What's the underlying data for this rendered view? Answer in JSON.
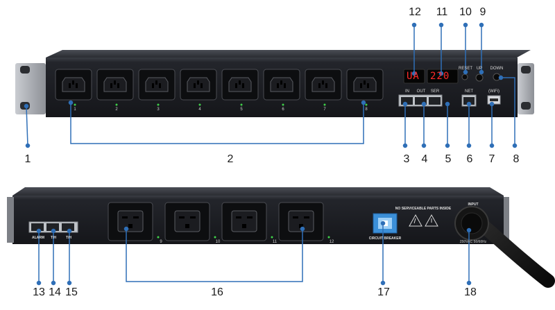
{
  "callouts": {
    "n1": "1",
    "n2": "2",
    "n3": "3",
    "n4": "4",
    "n5": "5",
    "n6": "6",
    "n7": "7",
    "n8": "8",
    "n9": "9",
    "n10": "10",
    "n11": "11",
    "n12": "12",
    "n13": "13",
    "n14": "14",
    "n15": "15",
    "n16": "16",
    "n17": "17",
    "n18": "18"
  },
  "front": {
    "display_left": "UA",
    "display_right": "220",
    "port_labels": {
      "in": "IN",
      "out": "OUT",
      "ser": "SER",
      "net": "NET",
      "wifi": "(WiFi)"
    },
    "button_labels": {
      "reset": "RESET",
      "up": "UP",
      "down": "DOWN"
    },
    "outlet_numbers": [
      "1",
      "2",
      "3",
      "4",
      "5",
      "6",
      "7",
      "8"
    ]
  },
  "rear": {
    "port_labels": {
      "alarm": "ALARM",
      "tph": "T/H",
      "th2": "T/H"
    },
    "outlet_numbers": [
      "9",
      "10",
      "11",
      "12"
    ],
    "breaker_label": "CIRCUIT BREAKER",
    "warning_text": "NO SERVICEABLE PARTS INSIDE",
    "input_label": "INPUT",
    "input_rating": "250VAC 50/60Hz"
  },
  "colors": {
    "callout_line": "#2f6fb7",
    "led": "#3fd24a",
    "display": "#ff2a2a",
    "breaker": "#3b8fd8"
  }
}
